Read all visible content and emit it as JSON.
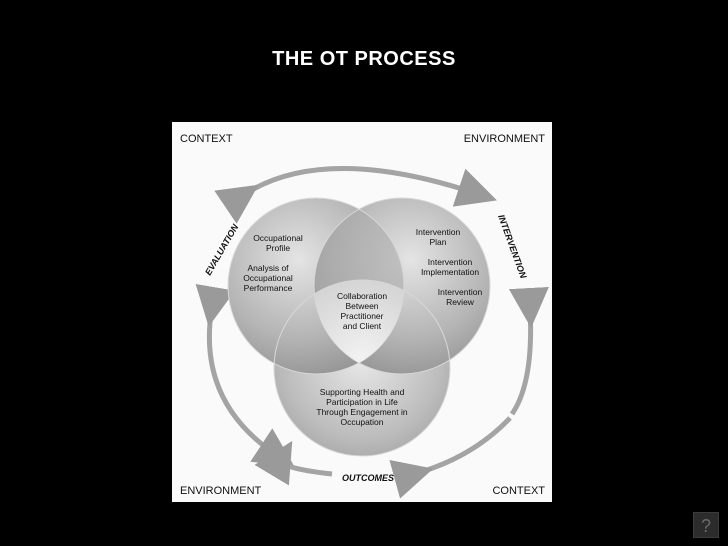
{
  "slide": {
    "title": "THE OT PROCESS"
  },
  "diagram": {
    "corners": {
      "top_left": "CONTEXT",
      "top_right": "ENVIRONMENT",
      "bottom_left": "ENVIRONMENT",
      "bottom_right": "CONTEXT"
    },
    "arc_labels": {
      "evaluation": "EVALUATION",
      "intervention": "INTERVENTION",
      "outcomes": "OUTCOMES"
    },
    "evaluation_circle": {
      "item_1": [
        "Occupational",
        "Profile"
      ],
      "item_2": [
        "Analysis of",
        "Occupational",
        "Performance"
      ]
    },
    "intervention_circle": {
      "item_1": [
        "Intervention",
        "Plan"
      ],
      "item_2": [
        "Intervention",
        "Implementation"
      ],
      "item_3": [
        "Intervention",
        "Review"
      ]
    },
    "center": [
      "Collaboration",
      "Between",
      "Practitioner",
      "and Client"
    ],
    "outcomes_circle": [
      "Supporting Health and",
      "Participation in Life",
      "Through Engagement in",
      "Occupation"
    ]
  },
  "help": {
    "label": "?"
  }
}
